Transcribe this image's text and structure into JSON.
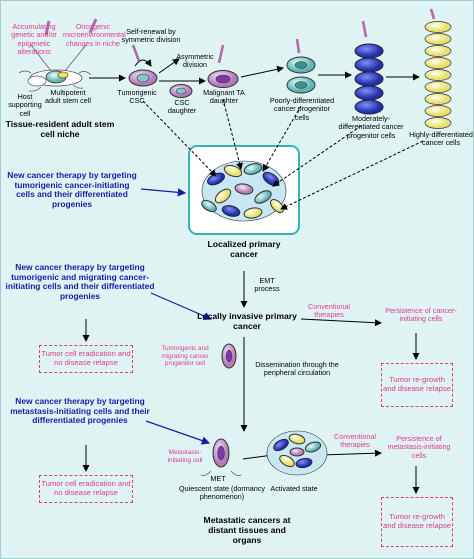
{
  "labels": {
    "accumulating": "Accumulating genetic and/or epigenetic alterations",
    "oncogenic": "Oncogenic microenvironmental changes in niche",
    "host_cell": "Host supporting cell",
    "multipotent": "Multipotent adult stem cell",
    "niche": "Tissue-resident adult stem cell niche",
    "self_renewal": "Self-renewal by symmetric division",
    "asymmetric": "Asymmetric division",
    "tumorigenic_csc": "Tumorigenic CSC",
    "csc_daughter": "CSC daughter",
    "malignant_ta": "Malignant TA daughter",
    "poorly": "Poorly-differentiated cancer progenitor cells",
    "moderately": "Moderately-differentiated cancer progenitor cells",
    "highly": "Highly-differentiated cancer cells",
    "therapy1": "New cancer therapy by targeting tumorigenic cancer-initiating cells and their differentiated progenies",
    "localized": "Localized primary cancer",
    "emt": "EMT process",
    "therapy2": "New cancer therapy by targeting tumorigenic and migrating cancer-initiating cells and their differentiated progenies",
    "locally_invasive": "Locally invasive primary cancer",
    "conventional1": "Conventional therapies",
    "persistence1": "Persistence of cancer-initiating cells",
    "eradication1": "Tumor cell eradication and no disease relapse",
    "migrating": "Tumorigenic and migrating cancer progenitor cell",
    "dissemination": "Dissemination through the peripheral circulation",
    "regrowth1": "Tumor re-growth and disease relapse",
    "therapy3": "New cancer therapy by targeting metastasis-initiating cells and their differentiated progenies",
    "metastasis_cell": "Metastasis-initiating cell",
    "met": "MET",
    "quiescent": "Quiescent state (dormancy phenomenon)",
    "activated": "Activated state",
    "conventional2": "Conventional therapies",
    "persistence2": "Persistence of metastasis-initiating cells",
    "eradication2": "Tumor cell eradication and no disease relapse",
    "metastatic": "Metastatic cancers at distant tissues and organs",
    "regrowth2": "Tumor re-growth and disease relapse"
  },
  "colors": {
    "background": "#dff3f3",
    "therapy_text": "#1a1aa8",
    "conventional_text": "#e03a8f",
    "tumor_box": "#33b5b5"
  }
}
